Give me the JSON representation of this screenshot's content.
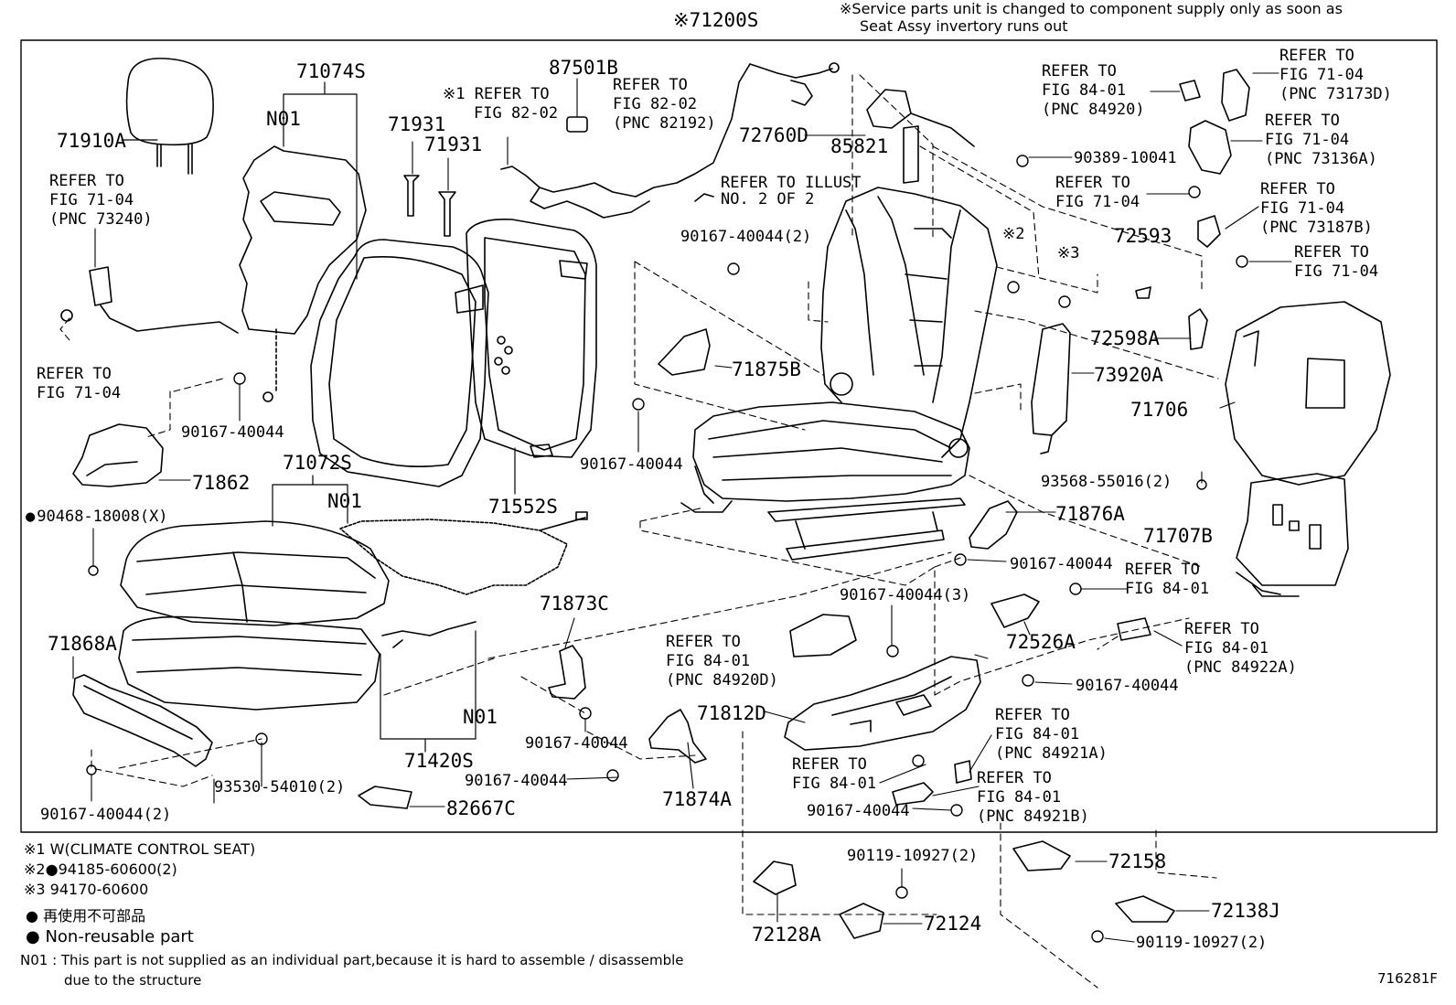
{
  "header": {
    "assembly_label": "※71200S",
    "service_note_line1": "※Service parts unit is changed to component supply only as soon as",
    "service_note_line2": "Seat Assy invertory runs out"
  },
  "labels": {
    "p71910A": "71910A",
    "p71074S": "71074S",
    "n01_top": "N01",
    "p71931a": "71931",
    "p71931b": "71931",
    "ref_82_02_mark": "※1 REFER TO",
    "ref_82_02_fig": "FIG 82-02",
    "p87501B": "87501B",
    "ref_82192_1": "REFER TO",
    "ref_82192_2": "FIG 82-02",
    "ref_82192_3": "(PNC 82192)",
    "p72760D": "72760D",
    "p85821": "85821",
    "ref_84920_1": "REFER TO",
    "ref_84920_2": "FIG 84-01",
    "ref_84920_3": "(PNC 84920)",
    "ref_73173D_1": "REFER TO",
    "ref_73173D_2": "FIG 71-04",
    "ref_73173D_3": "(PNC 73173D)",
    "ref_73136A_1": "REFER TO",
    "ref_73136A_2": "FIG 71-04",
    "ref_73136A_3": "(PNC 73136A)",
    "p90389": "90389-10041",
    "ref_illust_1": "REFER TO ILLUST",
    "ref_illust_2": "NO. 2 OF 2",
    "ref_7104_mid_1": "REFER TO",
    "ref_7104_mid_2": "FIG 71-04",
    "ref_73187B_1": "REFER TO",
    "ref_73187B_2": "FIG 71-04",
    "ref_73187B_3": "(PNC 73187B)",
    "ref_73240_1": "REFER TO",
    "ref_73240_2": "FIG 71-04",
    "ref_73240_3": "(PNC 73240)",
    "p90167_2_top": "90167-40044(2)",
    "mark2": "※2",
    "mark3": "※3",
    "p72593": "72593",
    "ref_7104_right_1": "REFER TO",
    "ref_7104_right_2": "FIG 71-04",
    "p72598A": "72598A",
    "ref_7104_left_1": "REFER TO",
    "ref_7104_left_2": "FIG 71-04",
    "p71875B": "71875B",
    "p73920A": "73920A",
    "p90167_left": "90167-40044",
    "p71706": "71706",
    "p90167_mid": "90167-40044",
    "p71862": "71862",
    "p71072S": "71072S",
    "n01_mid": "N01",
    "p93568": "93568-55016(2)",
    "p90468": "90468-18008(X)",
    "p71552S": "71552S",
    "p71876A": "71876A",
    "p71707B": "71707B",
    "p90167_right1": "90167-40044",
    "ref_8401_a_1": "REFER TO",
    "ref_8401_a_2": "FIG 84-01",
    "p90167_3": "90167-40044(3)",
    "p71873C": "71873C",
    "ref_84920D_1": "REFER TO",
    "ref_84920D_2": "FIG 84-01",
    "ref_84920D_3": "(PNC 84920D)",
    "p72526A": "72526A",
    "ref_84922A_1": "REFER TO",
    "ref_84922A_2": "FIG 84-01",
    "ref_84922A_3": "(PNC 84922A)",
    "p71868A": "71868A",
    "p90167_right2": "90167-40044",
    "p71812D": "71812D",
    "n01_bottom": "N01",
    "ref_84921A_1": "REFER TO",
    "ref_84921A_2": "FIG 84-01",
    "ref_84921A_3": "(PNC 84921A)",
    "p90167_lower_mid": "90167-40044",
    "p71420S": "71420S",
    "ref_8401_b_1": "REFER TO",
    "ref_8401_b_2": "FIG 84-01",
    "ref_84921B_1": "REFER TO",
    "ref_84921B_2": "FIG 84-01",
    "ref_84921B_3": "(PNC 84921B)",
    "p90167_bottom_mid": "90167-40044",
    "p71874A": "71874A",
    "p93530": "93530-54010(2)",
    "p90167_2_bottom": "90167-40044(2)",
    "p82667C": "82667C",
    "p90167_bottom_right": "90167-40044",
    "p90119_a": "90119-10927(2)",
    "p72158": "72158",
    "p72128A": "72128A",
    "p72124": "72124",
    "p72138J": "72138J",
    "p90119_b": "90119-10927(2)"
  },
  "legend": {
    "note1": "※1 W(CLIMATE  CONTROL  SEAT)",
    "note2_mark": "※2",
    "note2_part": "94185-60600(2)",
    "note3": "※3 94170-60600",
    "nonreuse_jp": "再使用不可部品",
    "nonreuse_en": "Non-reusable part",
    "n01_line1": "N01 : This part is not supplied as an individual part,because it is hard to assemble / disassemble",
    "n01_line2": "due to the structure"
  },
  "figure_id": "716281F"
}
